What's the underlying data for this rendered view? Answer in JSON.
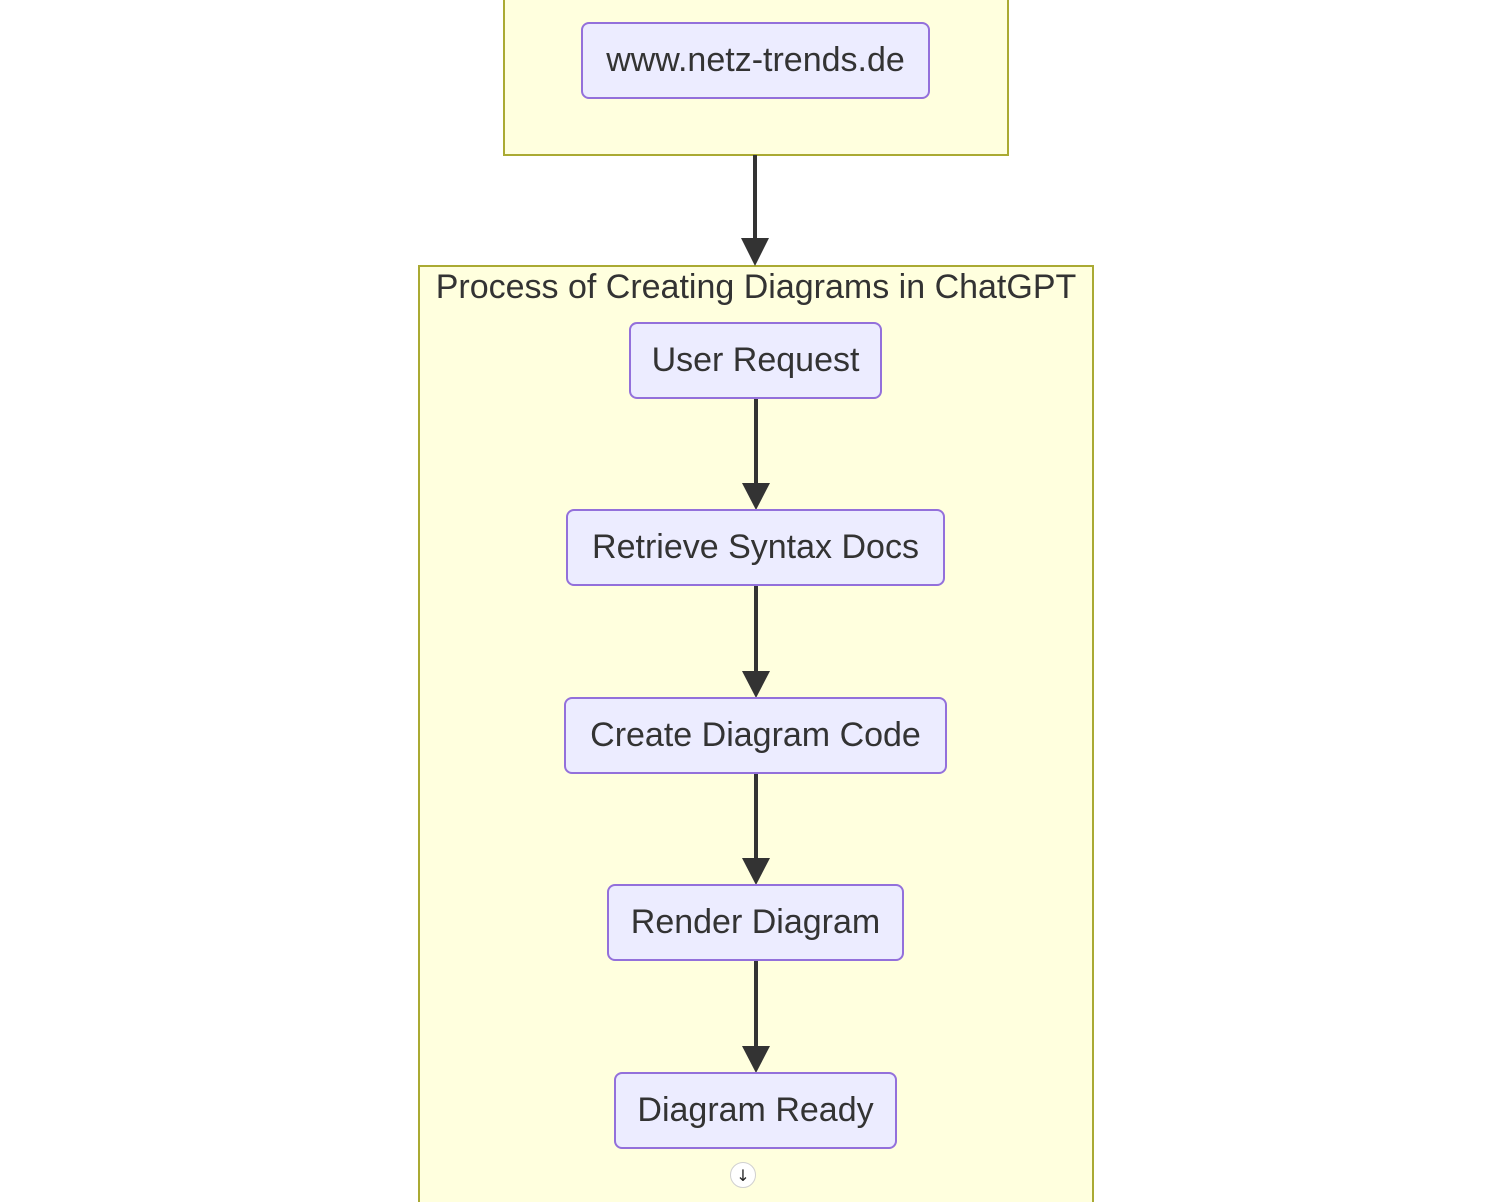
{
  "top_cluster": {
    "node_label": "www.netz-trends.de"
  },
  "main_cluster": {
    "title": "Process of Creating Diagrams in ChatGPT",
    "nodes": [
      {
        "label": "User Request"
      },
      {
        "label": "Retrieve Syntax Docs"
      },
      {
        "label": "Create Diagram Code"
      },
      {
        "label": "Render Diagram"
      },
      {
        "label": "Diagram Ready"
      }
    ]
  },
  "colors": {
    "cluster_fill": "#ffffde",
    "cluster_border": "#aaaa33",
    "node_fill": "#ececff",
    "node_border": "#9370db",
    "edge": "#333333"
  },
  "icons": {
    "scroll_down": "arrow-down-icon"
  }
}
